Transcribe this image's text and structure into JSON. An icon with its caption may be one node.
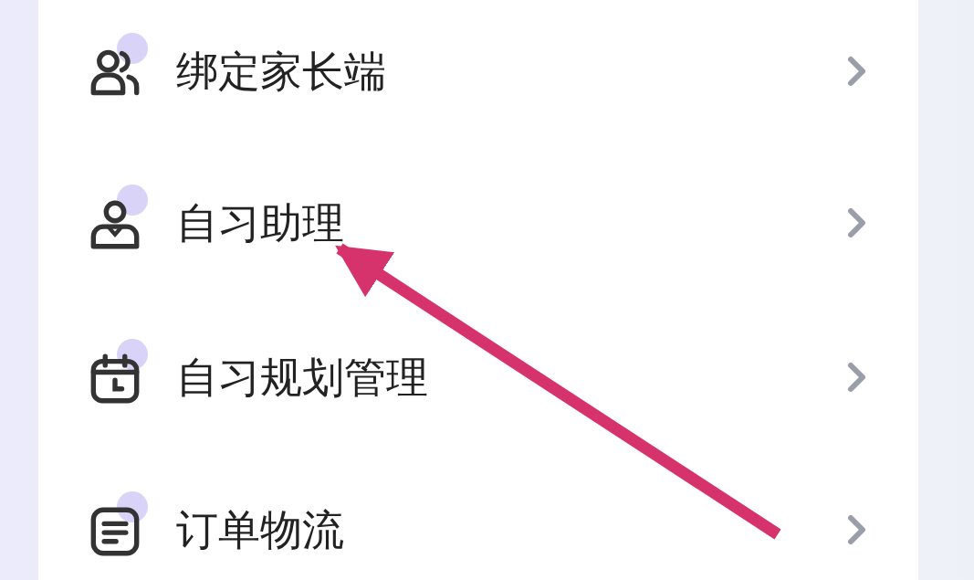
{
  "diagram": {
    "nodes": [
      {
        "text": [
          "绑定家长端"
        ]
      },
      {
        "text": [
          "自习助理"
        ]
      },
      {
        "text": [
          "自习规划管理"
        ]
      },
      {
        "text": [
          "订单物流"
        ]
      }
    ],
    "edges": [
      {
        "from": null,
        "to": 1,
        "arrow": "to"
      }
    ]
  }
}
